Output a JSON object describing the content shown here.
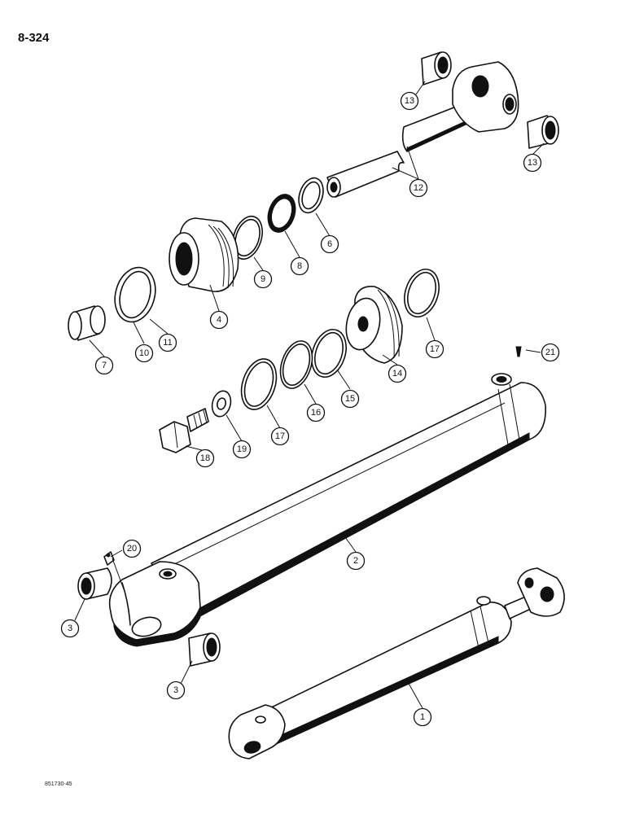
{
  "page_number": "8-324",
  "figure_code": "851730-45",
  "callouts": [
    {
      "id": "c1",
      "label": "1"
    },
    {
      "id": "c2",
      "label": "2"
    },
    {
      "id": "c3a",
      "label": "3"
    },
    {
      "id": "c3b",
      "label": "3"
    },
    {
      "id": "c4",
      "label": "4"
    },
    {
      "id": "c6",
      "label": "6"
    },
    {
      "id": "c7",
      "label": "7"
    },
    {
      "id": "c8",
      "label": "8"
    },
    {
      "id": "c9",
      "label": "9"
    },
    {
      "id": "c10",
      "label": "10"
    },
    {
      "id": "c11",
      "label": "11"
    },
    {
      "id": "c12",
      "label": "12"
    },
    {
      "id": "c13a",
      "label": "13"
    },
    {
      "id": "c13b",
      "label": "13"
    },
    {
      "id": "c14",
      "label": "14"
    },
    {
      "id": "c15",
      "label": "15"
    },
    {
      "id": "c16",
      "label": "16"
    },
    {
      "id": "c17a",
      "label": "17"
    },
    {
      "id": "c17b",
      "label": "17"
    },
    {
      "id": "c18",
      "label": "18"
    },
    {
      "id": "c19",
      "label": "19"
    },
    {
      "id": "c20",
      "label": "20"
    },
    {
      "id": "c21",
      "label": "21"
    }
  ]
}
